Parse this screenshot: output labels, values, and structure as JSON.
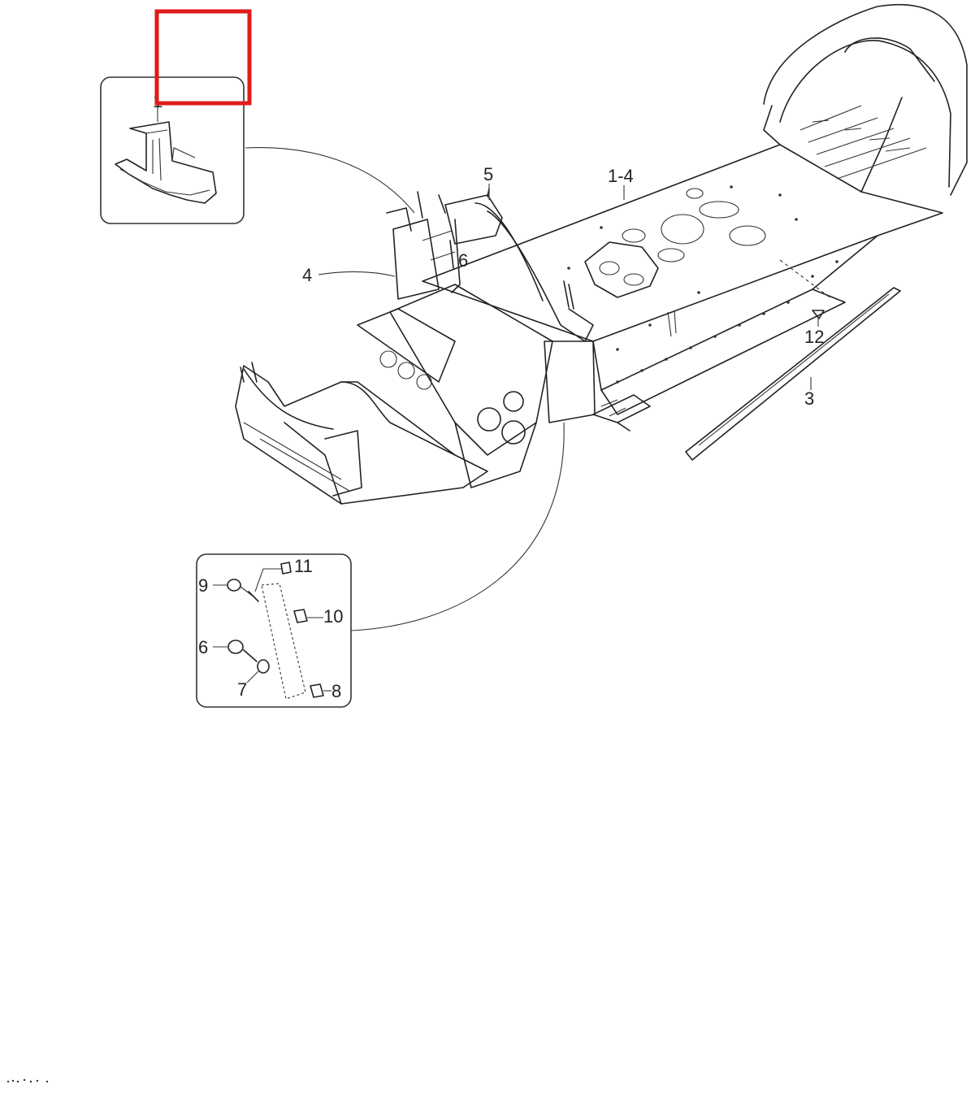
{
  "callouts": {
    "c1": "1",
    "c1_4": "1-4",
    "c3": "3",
    "c4": "4",
    "c5": "5",
    "c6a": "6",
    "c6b": "6",
    "c7": "7",
    "c8": "8",
    "c9": "9",
    "c10": "10",
    "c11": "11",
    "c12": "12"
  },
  "colors": {
    "highlight": "#e01b1b",
    "line": "#222222",
    "background": "#ffffff"
  }
}
